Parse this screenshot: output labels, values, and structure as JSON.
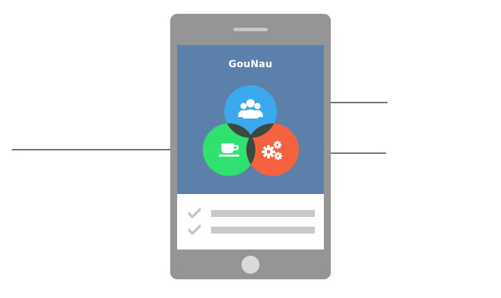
{
  "app": {
    "title": "GouNau"
  },
  "colors": {
    "phone_body": "#959595",
    "screen_header": "#5b80aa",
    "circle_top": "#3aa9ee",
    "circle_left": "#2fe270",
    "circle_right": "#f4623f",
    "overlap": "#3b4a40",
    "placeholder": "#c9c9c9",
    "check": "#c4c4c4",
    "callout_line": "#6e6e6e"
  },
  "venn": {
    "circles": [
      {
        "id": "team",
        "icon": "users-icon"
      },
      {
        "id": "coffee",
        "icon": "coffee-cup-icon"
      },
      {
        "id": "settings",
        "icon": "gears-icon"
      }
    ]
  },
  "checklist": {
    "items": [
      {
        "icon": "checkmark-icon",
        "checked": true
      },
      {
        "icon": "checkmark-icon",
        "checked": true
      }
    ]
  }
}
